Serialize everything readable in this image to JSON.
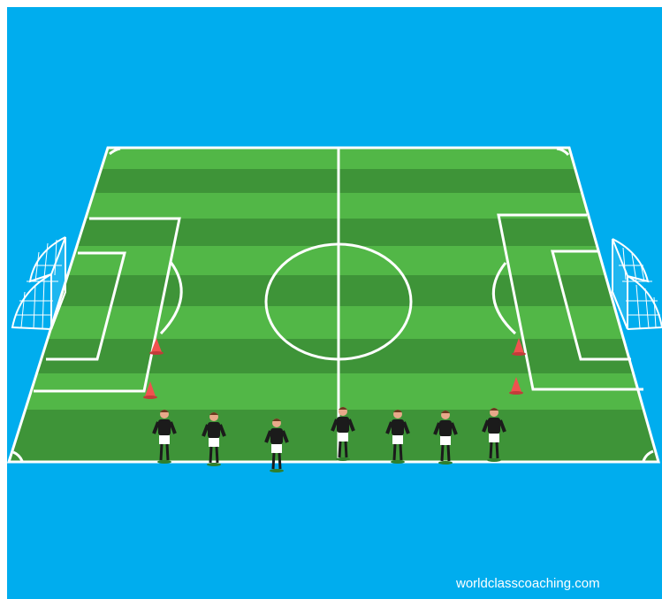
{
  "colors": {
    "background": "#00adee",
    "grass_light": "#52b747",
    "grass_dark": "#3e9438",
    "lines": "#ffffff",
    "cone": "#f0524f",
    "jersey": "#1b1b1b",
    "shorts": "#ffffff",
    "skin": "#e8a98a",
    "hair": "#6b3a1f"
  },
  "scene": {
    "description_items": [
      "soccer-field",
      "center-circle",
      "penalty-areas",
      "goals",
      "cones",
      "players"
    ],
    "cone_count": 4,
    "player_count": 7,
    "goal_count": 2
  },
  "watermark": {
    "text": "worldclasscoaching.com"
  }
}
